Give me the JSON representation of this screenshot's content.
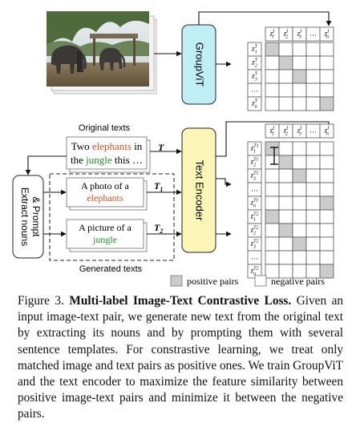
{
  "figure": {
    "encoders": {
      "image": "GroupViT",
      "text": "Text Encoder"
    },
    "extract_box": [
      "Extract nouns",
      "& Prompt"
    ],
    "original_section_label": "Original texts",
    "original_text": {
      "line1": [
        "Two ",
        "elephants",
        " in"
      ],
      "line2": [
        "the ",
        "jungle",
        " this …"
      ],
      "symbol": "T"
    },
    "generated": [
      {
        "line1": "A photo of a",
        "keyword": "elephants",
        "symbol": "T",
        "subscript": "1"
      },
      {
        "line1": "A picture of a",
        "keyword": "jungle",
        "symbol": "T",
        "subscript": "2"
      }
    ],
    "generated_label": "Generated texts",
    "top_matrix": {
      "col_headers": [
        {
          "base": "z",
          "sup": "I",
          "sub": "1"
        },
        {
          "base": "z",
          "sup": "I",
          "sub": "2"
        },
        {
          "base": "z",
          "sup": "I",
          "sub": "3"
        },
        {
          "text": "…"
        },
        {
          "base": "z",
          "sup": "I",
          "sub": "n"
        }
      ],
      "row_headers": [
        {
          "base": "z",
          "sup": "T",
          "sub": "1"
        },
        {
          "base": "z",
          "sup": "T",
          "sub": "2"
        },
        {
          "base": "z",
          "sup": "T",
          "sub": "3"
        },
        {
          "text": "…"
        },
        {
          "base": "z",
          "sup": "T",
          "sub": "n"
        }
      ],
      "positive_cells": [
        [
          0,
          0
        ],
        [
          1,
          1
        ],
        [
          2,
          2
        ],
        [
          4,
          4
        ]
      ]
    },
    "bottom_matrix": {
      "col_headers": [
        {
          "base": "z",
          "sup": "I",
          "sub": "1"
        },
        {
          "base": "z",
          "sup": "I",
          "sub": "2"
        },
        {
          "base": "z",
          "sup": "I",
          "sub": "3"
        },
        {
          "text": "…"
        },
        {
          "base": "z",
          "sup": "I",
          "sub": "n"
        }
      ],
      "row_headers": [
        {
          "base": "z",
          "sup": "T1",
          "sub": "1"
        },
        {
          "base": "z",
          "sup": "T1",
          "sub": "2"
        },
        {
          "base": "z",
          "sup": "T1",
          "sub": "3"
        },
        {
          "text": "…"
        },
        {
          "base": "z",
          "sup": "T1",
          "sub": "n"
        },
        {
          "base": "z",
          "sup": "T2",
          "sub": "1"
        },
        {
          "base": "z",
          "sup": "T2",
          "sub": "2"
        },
        {
          "base": "z",
          "sup": "T2",
          "sub": "3"
        },
        {
          "text": "…"
        },
        {
          "base": "z",
          "sup": "T2",
          "sub": "n"
        }
      ],
      "positive_cells": [
        [
          0,
          0
        ],
        [
          1,
          1
        ],
        [
          2,
          2
        ],
        [
          4,
          4
        ],
        [
          5,
          0
        ],
        [
          6,
          1
        ],
        [
          7,
          2
        ],
        [
          9,
          4
        ]
      ]
    },
    "legend": {
      "positive": "positive pairs",
      "negative": "negative pairs"
    },
    "colors": {
      "elephants": "#c8532a",
      "jungle": "#2a8a2a",
      "groupvit": "#bfeef5",
      "text_encoder": "#fbf6b8",
      "positive_cell": "#cccccc"
    }
  },
  "caption": {
    "label": "Figure 3.",
    "title": "Multi-label Image-Text Contrastive Loss",
    "title_end": ".",
    "body": "Given an input image-text pair, we generate new text from the original text by extracting its nouns and by prompting them with several sentence templates. For constrastive learning, we treat only matched image and text pairs as positive ones. We train GroupViT and the text encoder to maximize the feature similarity between positive image-text pairs and minimize it between the negative pairs."
  }
}
